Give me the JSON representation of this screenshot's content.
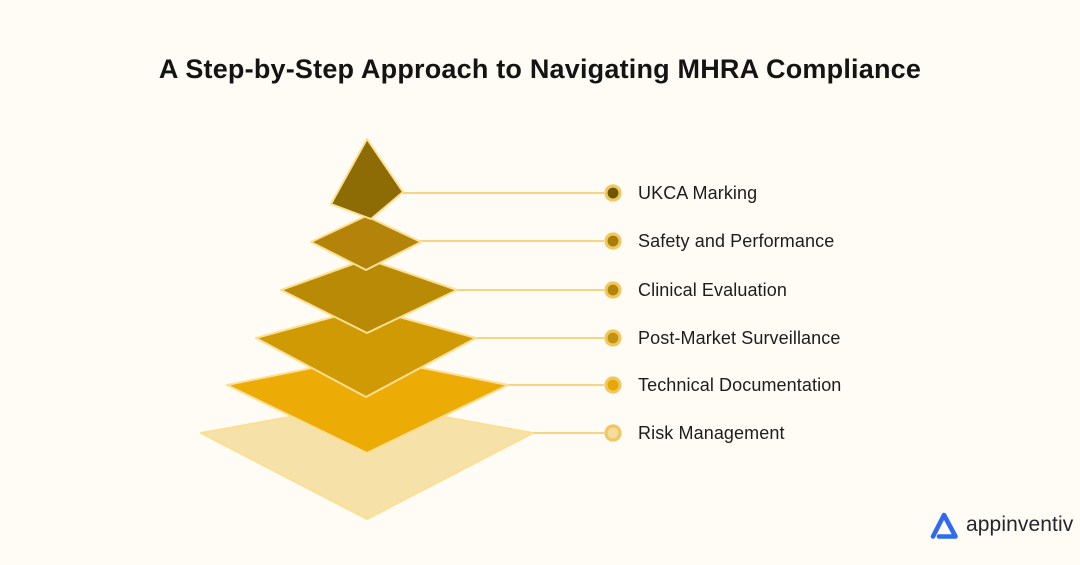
{
  "title": "A Step-by-Step Approach to Navigating MHRA Compliance",
  "layers": [
    {
      "label": "UKCA Marking",
      "color": "#8E6C05",
      "dot_color": "#6F5604"
    },
    {
      "label": "Safety and Performance",
      "color": "#B3830A",
      "dot_color": "#A87C08"
    },
    {
      "label": "Clinical Evaluation",
      "color": "#B98A05",
      "dot_color": "#B3830A"
    },
    {
      "label": "Post-Market Surveillance",
      "color": "#D09A04",
      "dot_color": "#C59110"
    },
    {
      "label": "Technical Documentation",
      "color": "#ECAC05",
      "dot_color": "#E5A704"
    },
    {
      "label": "Risk Management",
      "color": "#F6E2A8",
      "dot_color": "#F2DCA0"
    }
  ],
  "style": {
    "background": "#FEFCF4",
    "title_color": "#141414",
    "label_color": "#1D1D1D",
    "line_color": "#F5CE71",
    "outline_color": "#FCDF92",
    "ring_color": "#F2C75F"
  },
  "logo": {
    "text": "appinventiv",
    "icon": "appinventiv-triangle-icon",
    "icon_color": "#2E6BF2",
    "text_color": "#24262B"
  }
}
